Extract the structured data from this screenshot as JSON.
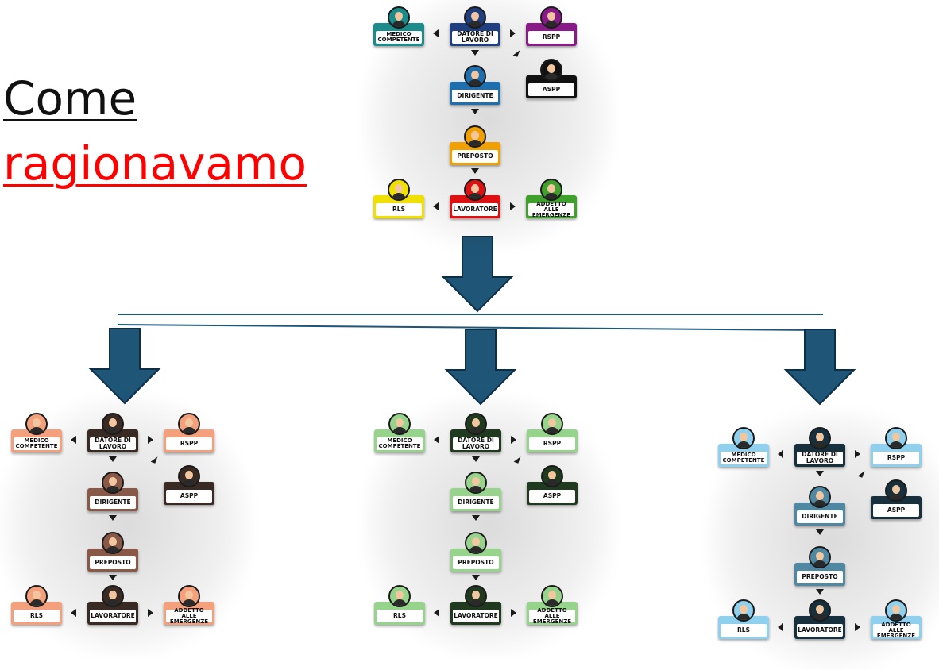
{
  "title": {
    "line1": "Come",
    "line2": "ragionavamo"
  },
  "roles": {
    "medico_competente": "MEDICO\nCOMPETENTE",
    "datore_di_lavoro": "DATORE DI\nLAVORO",
    "rspp": "RSPP",
    "dirigente": "DIRIGENTE",
    "aspp": "ASPP",
    "preposto": "PREPOSTO",
    "rls": "RLS",
    "lavoratore": "LAVORATORE",
    "addetto_emergenze": "ADDETTO ALLE\nEMERGENZE"
  },
  "charts": [
    {
      "id": "original",
      "palette": "original"
    },
    {
      "id": "orange",
      "palette": "orange"
    },
    {
      "id": "green",
      "palette": "green"
    },
    {
      "id": "blue",
      "palette": "blue"
    }
  ],
  "colors": {
    "arrow_fill": "#1f5577",
    "arrow_stroke": "#0d2f45",
    "line": "#1f5577",
    "title_link": "#ff0000",
    "original": {
      "medico_competente": "#1a8c8c",
      "datore_di_lavoro": "#1f3f80",
      "rspp": "#8a1a8a",
      "dirigente": "#1e6fb0",
      "aspp": "#111111",
      "preposto": "#f0a000",
      "rls": "#f0e000",
      "lavoratore": "#dd1111",
      "addetto_emergenze": "#3fa02b"
    },
    "orange": {
      "light": "#f4a07c",
      "dark": "#3a2a24",
      "mid": "#8a5846"
    },
    "green": {
      "light": "#96d48c",
      "dark": "#1f3a1f",
      "mid": "#5f8f58"
    },
    "blue": {
      "light": "#8fd0ef",
      "dark": "#16303e",
      "mid": "#4f88a3"
    }
  }
}
